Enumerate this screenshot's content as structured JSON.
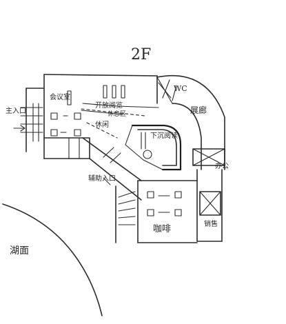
{
  "floor_label": "2F",
  "rooms": {
    "conference": "会议室",
    "open_reading": "开放阅览",
    "lounge_top": "休息区",
    "lounge_mid": "休闲",
    "sunken_reading": "下沉阅读",
    "wc": "WC",
    "corridor_gallery": "展廊",
    "office": "办公",
    "sales": "销售",
    "cafe": "咖啡",
    "main_entrance": "主入口",
    "side_entrance": "辅助入口",
    "lake": "湖面"
  }
}
